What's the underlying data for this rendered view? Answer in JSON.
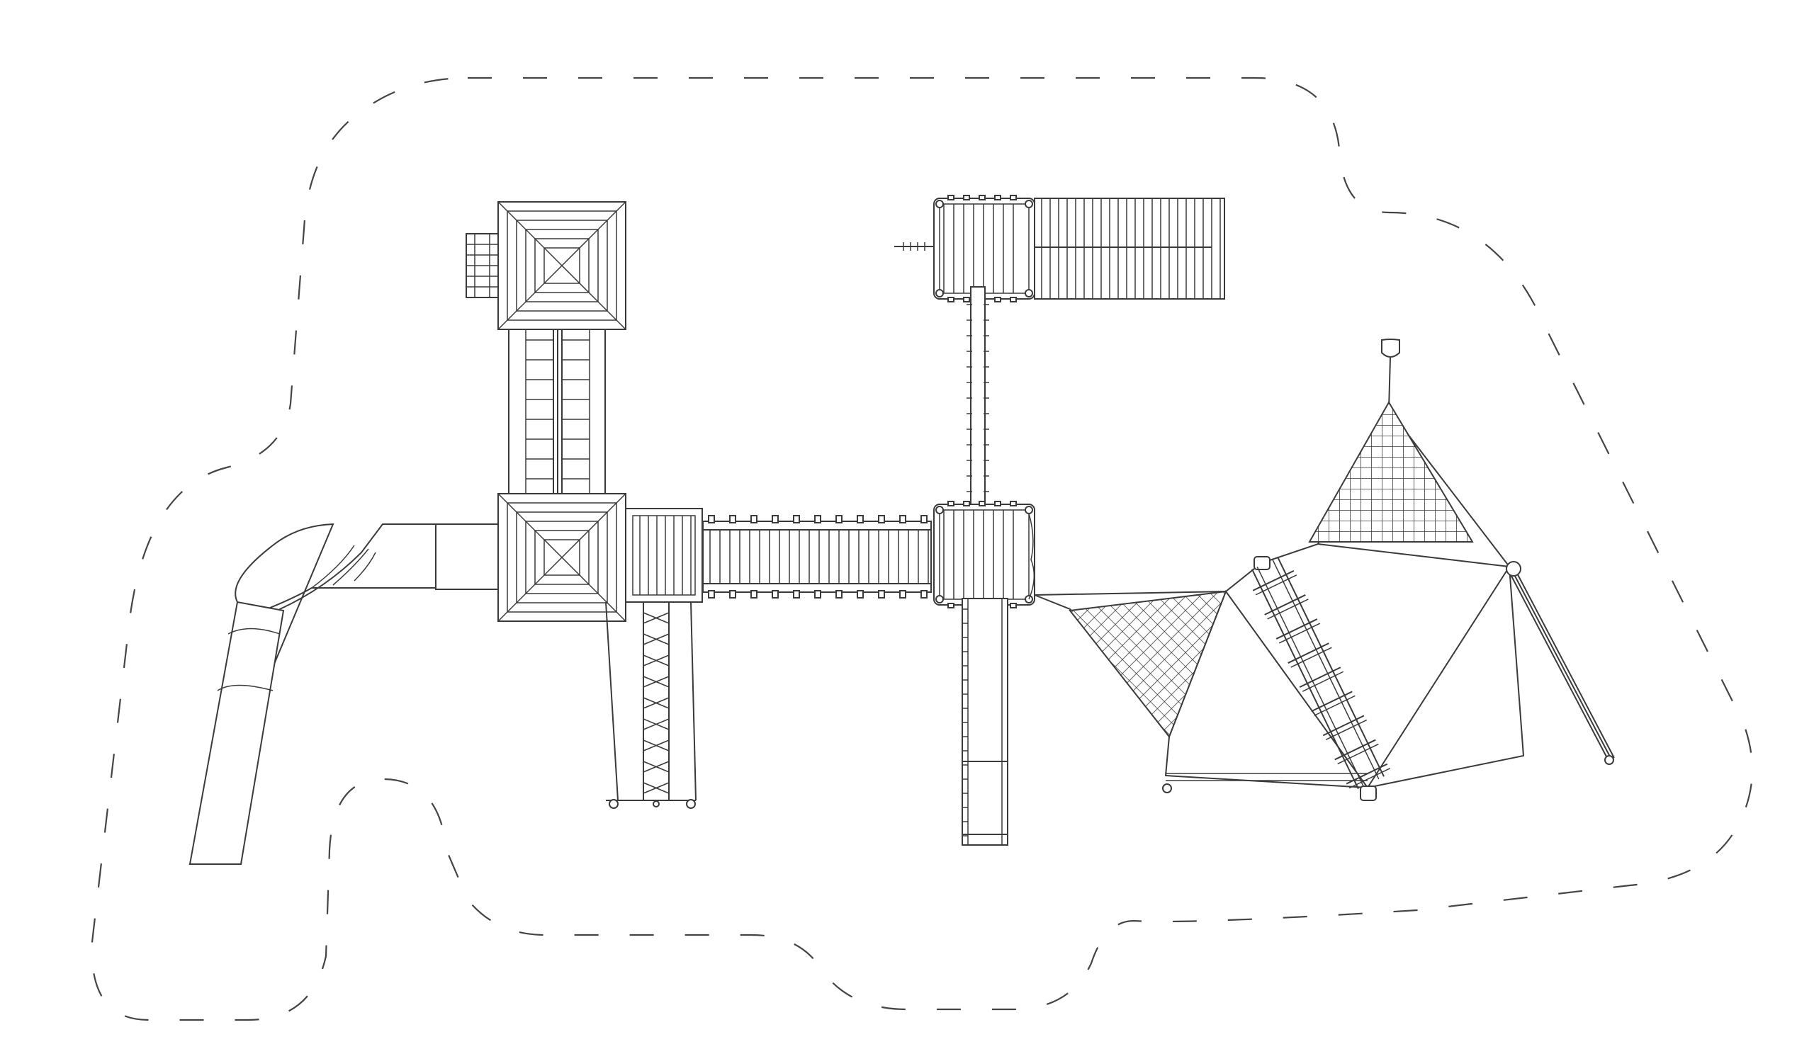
{
  "drawing": {
    "view": "top-view",
    "style": "line-drawing",
    "line_color": "#3a3a3a",
    "background_color": "#ffffff",
    "components": [
      {
        "id": "safety-zone",
        "kind": "dashed-boundary"
      },
      {
        "id": "tower-upper",
        "kind": "square-roof-tower"
      },
      {
        "id": "tower-lower",
        "kind": "square-roof-tower"
      },
      {
        "id": "tube-slide",
        "kind": "curved-tube-slide"
      },
      {
        "id": "climbing-wall",
        "kind": "vertical-wall"
      },
      {
        "id": "bridge",
        "kind": "plank-bridge"
      },
      {
        "id": "deck-top",
        "kind": "slatted-deck"
      },
      {
        "id": "roof-panel",
        "kind": "slatted-roof"
      },
      {
        "id": "swing-beam",
        "kind": "beam"
      },
      {
        "id": "deck-mid",
        "kind": "slatted-deck"
      },
      {
        "id": "straight-slide",
        "kind": "straight-slide"
      },
      {
        "id": "rope-net",
        "kind": "rope-net-climber"
      },
      {
        "id": "ladder",
        "kind": "ladder"
      }
    ]
  }
}
